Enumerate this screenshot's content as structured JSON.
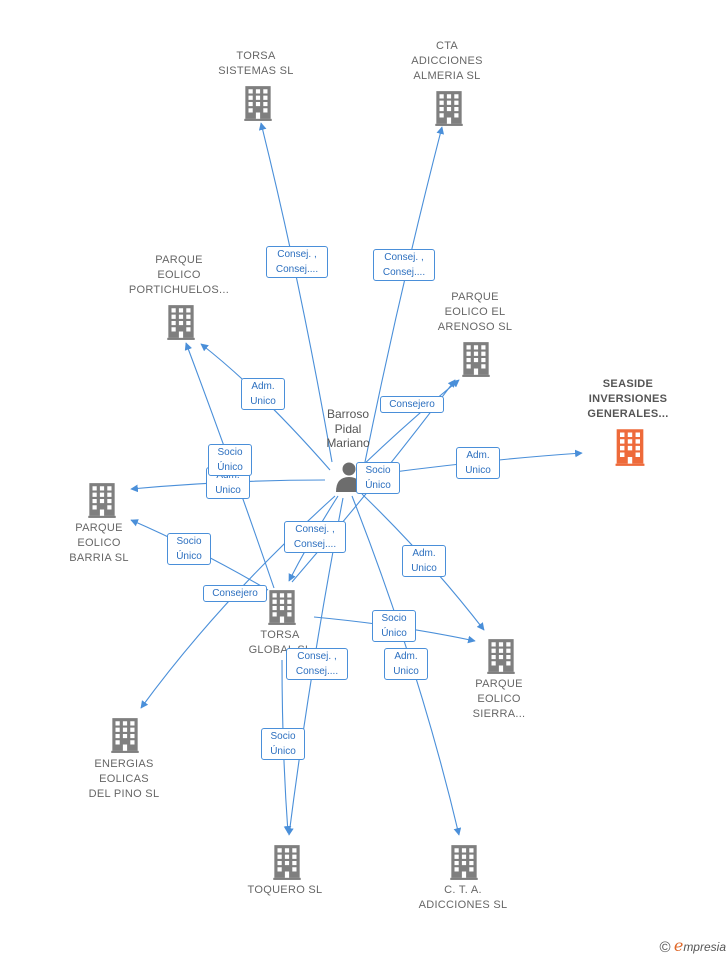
{
  "person": {
    "label": "Barroso\nPidal\nMariano"
  },
  "companies": {
    "torsa_sistemas": "TORSA\nSISTEMAS  SL",
    "cta_almeria": "CTA\nADICCIONES\nALMERIA  SL",
    "portichuelos": "PARQUE\nEOLICO\nPORTICHUELOS...",
    "arenoso": "PARQUE\nEOLICO EL\nARENOSO  SL",
    "seaside": "SEASIDE\nINVERSIONES\nGENERALES...",
    "barria": "PARQUE\nEOLICO\nBARRIA  SL",
    "torsa_global": "TORSA\nGLOBAL  SL",
    "sierra": "PARQUE\nEOLICO\nSIERRA...",
    "pino": "ENERGIAS\nEOLICAS\nDEL PINO SL",
    "toquero": "TOQUERO SL",
    "cta_adicciones": "C.  T. A.\nADICCIONES SL"
  },
  "edge_labels": {
    "consej_torsa_sistemas": "Consej. ,\nConsej....",
    "consej_cta_almeria": "Consej. ,\nConsej....",
    "adm_portichuelos": "Adm.\nUnico",
    "consejero_arenoso": "Consejero",
    "adm_seaside": "Adm.\nUnico",
    "adm_barria": "Adm.\nUnico",
    "socio_portichuelos": "Socio\nÚnico",
    "socio_seaside": "Socio\nÚnico",
    "consej_torsa_global": "Consej. ,\nConsej....",
    "socio_barria": "Socio\nÚnico",
    "consejero_pino": "Consejero",
    "adm_sierra": "Adm.\nUnico",
    "socio_sierra": "Socio\nÚnico",
    "adm_cta": "Adm.\nUnico",
    "consej_toquero": "Consej. ,\nConsej....",
    "socio_toquero": "Socio\nÚnico"
  },
  "colors": {
    "edge": "#4a8fd9",
    "building": "#7f7f7f",
    "focus_building": "#ee6a3a",
    "person": "#6d6d6d"
  },
  "footer": {
    "copyright": "©",
    "brand_letter": "e",
    "brand": "mpresia"
  }
}
